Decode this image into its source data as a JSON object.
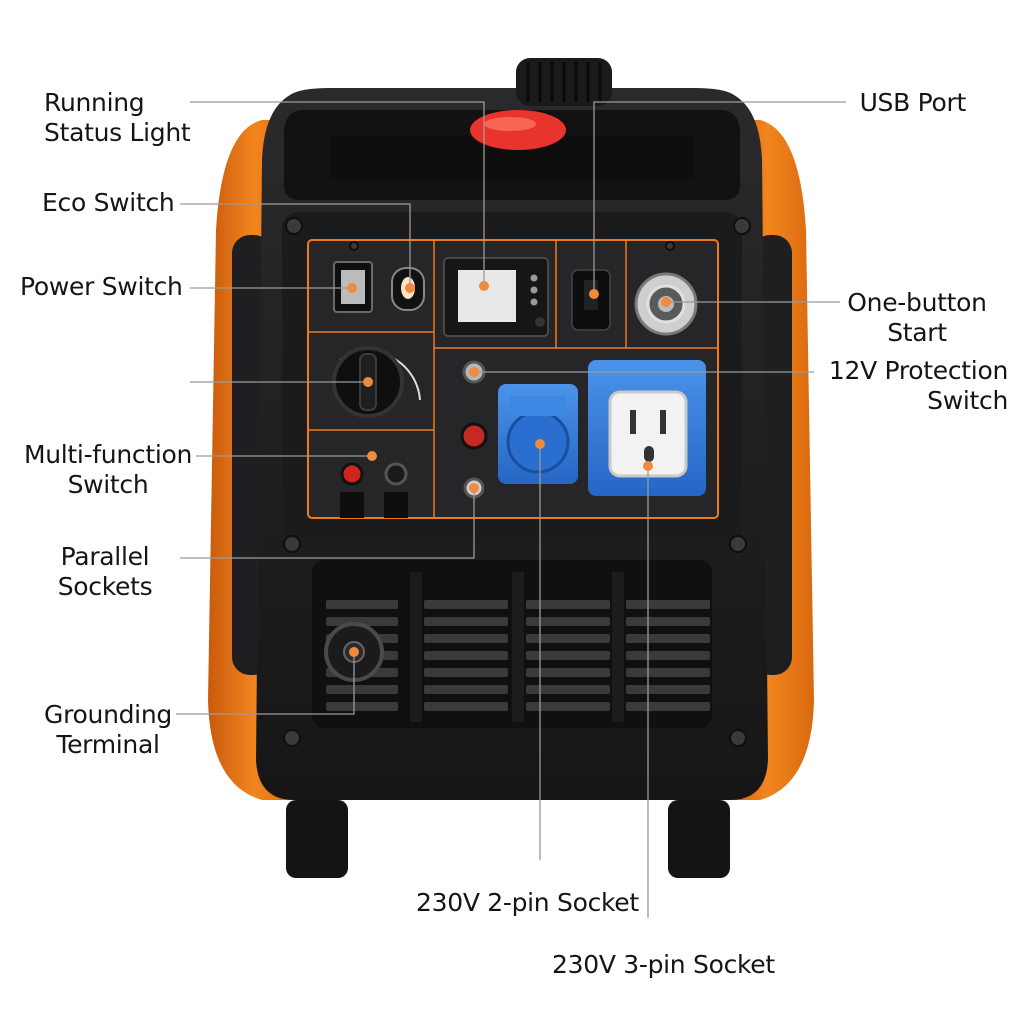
{
  "callouts": {
    "running_status_light": {
      "lines": [
        "Running",
        "Status Light"
      ]
    },
    "eco_switch": {
      "lines": [
        "Eco Switch"
      ]
    },
    "power_switch": {
      "lines": [
        "Power Switch"
      ]
    },
    "multi_function_switch": {
      "lines": [
        "Multi-function",
        "Switch"
      ]
    },
    "parallel_sockets": {
      "lines": [
        "Parallel",
        "Sockets"
      ]
    },
    "grounding_terminal": {
      "lines": [
        "Grounding",
        "Terminal"
      ]
    },
    "usb_port": {
      "lines": [
        "USB Port"
      ]
    },
    "one_button_start": {
      "lines": [
        "One-button",
        "Start"
      ]
    },
    "protection_switch_12v": {
      "lines": [
        "12V Protection",
        "Switch"
      ]
    },
    "socket_2pin": {
      "lines": [
        "230V 2-pin Socket"
      ]
    },
    "socket_3pin": {
      "lines": [
        "230V 3-pin Socket"
      ]
    }
  },
  "colors": {
    "body": "#1d1d1f",
    "panel": "#262628",
    "accent_orange": "#ef7a1a",
    "socket_blue": "#2f78d6",
    "status_red": "#e8342c",
    "leader_line": "#9a9a9a",
    "marker_dot": "#f08a3c"
  }
}
